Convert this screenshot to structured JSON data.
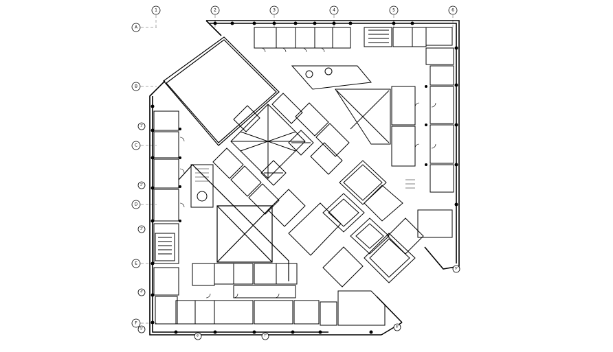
{
  "drawing": {
    "type": "floor-plan",
    "grid_columns": [
      "1",
      "2",
      "3",
      "4",
      "5",
      "6"
    ],
    "grid_rows": [
      "A",
      "B",
      "C",
      "D",
      "E",
      "F"
    ],
    "intermediate_rows": [
      "1'",
      "2'",
      "3'",
      "4'",
      "5'"
    ],
    "bottom_markers": [
      "6'",
      "7'",
      "8'"
    ],
    "side_markers": [
      "9'"
    ],
    "line_color": "#000000",
    "background": "#ffffff"
  }
}
